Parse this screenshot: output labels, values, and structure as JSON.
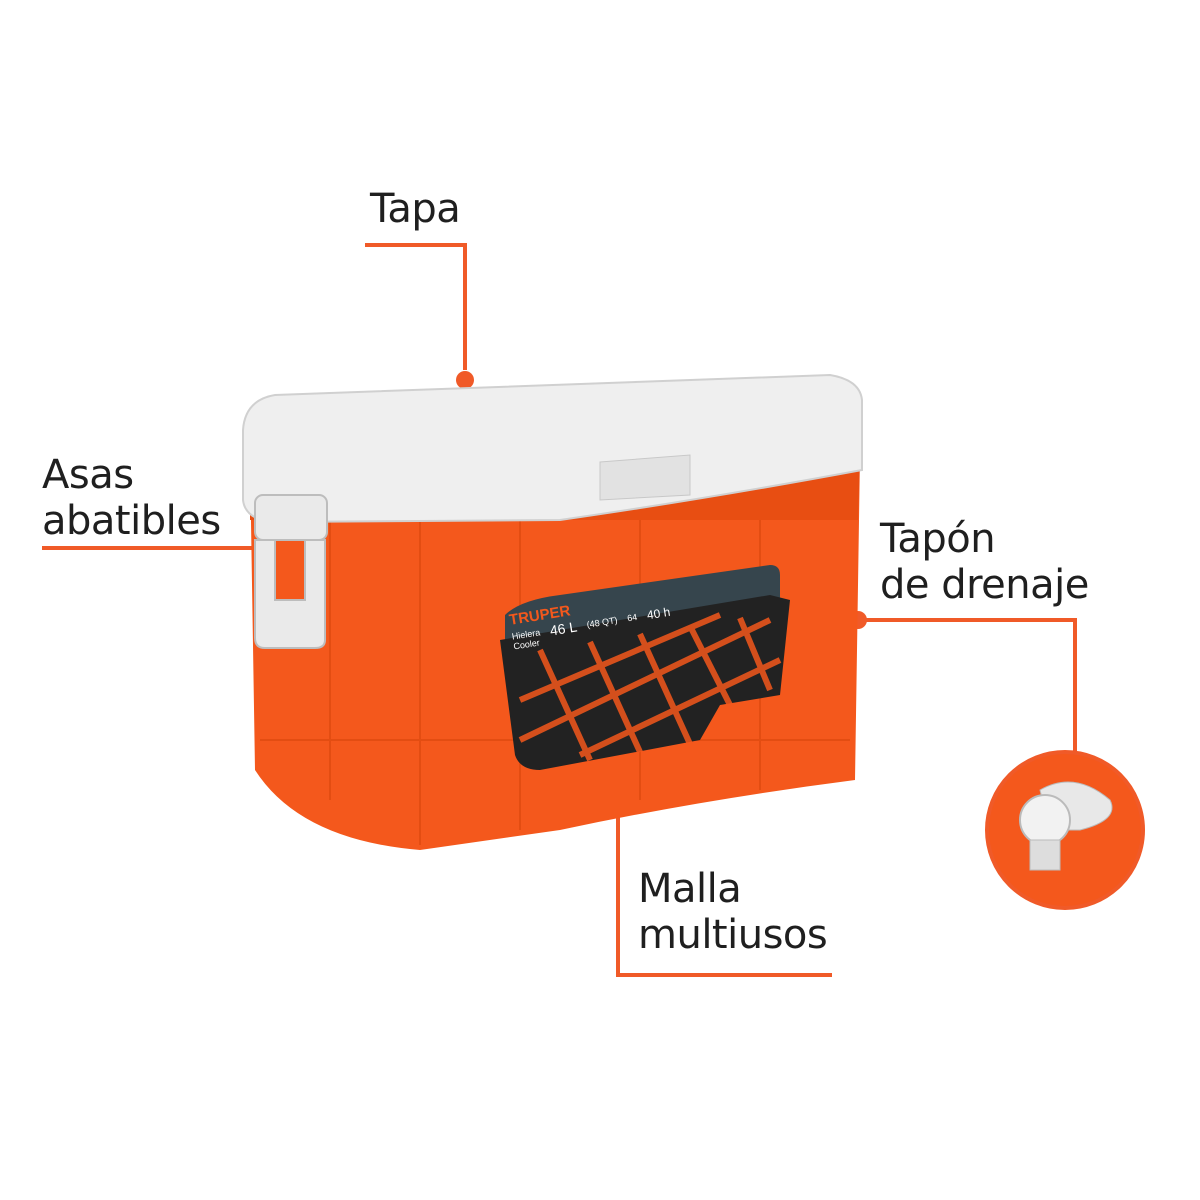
{
  "callouts": {
    "lid": "Tapa",
    "handles_line1": "Asas",
    "handles_line2": "abatibles",
    "drain_line1": "Tapón",
    "drain_line2": "de drenaje",
    "net_line1": "Malla",
    "net_line2": "multiusos"
  },
  "product_label": {
    "brand": "TRUPER",
    "name_es": "Hielera",
    "name_en": "Cooler",
    "capacity": "46 L",
    "capacity_qt": "(48 QT)",
    "cans": "64",
    "hours": "40 h"
  },
  "colors": {
    "callout": "#f05a28",
    "body": "#f4581c",
    "lid": "#eeeeee",
    "label": "#36454d"
  }
}
